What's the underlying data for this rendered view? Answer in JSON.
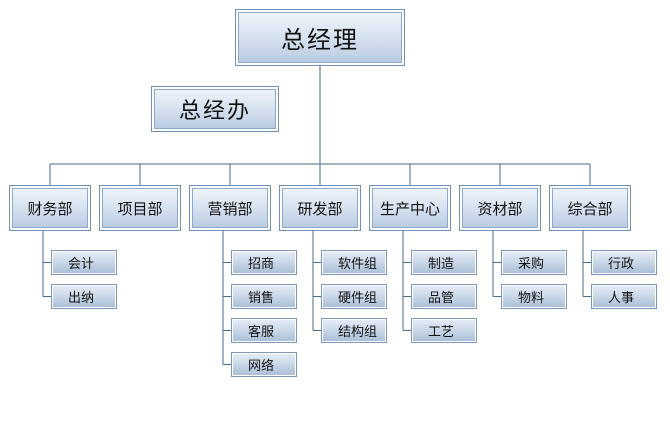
{
  "root": {
    "label": "总经理"
  },
  "office": {
    "label": "总经办"
  },
  "departments": [
    {
      "label": "财务部",
      "children": [
        "会计",
        "出纳"
      ]
    },
    {
      "label": "项目部",
      "children": []
    },
    {
      "label": "营销部",
      "children": [
        "招商",
        "销售",
        "客服",
        "网络"
      ]
    },
    {
      "label": "研发部",
      "children": [
        "软件组",
        "硬件组",
        "结构组"
      ]
    },
    {
      "label": "生产中心",
      "children": [
        "制造",
        "品管",
        "工艺"
      ]
    },
    {
      "label": "资材部",
      "children": [
        "采购",
        "物料"
      ]
    },
    {
      "label": "综合部",
      "children": [
        "行政",
        "人事"
      ]
    }
  ],
  "colors": {
    "line": "#4a6a90",
    "box_border": "#6f8fb8",
    "box_fill_top": "#f2f6fb",
    "box_fill_bottom": "#b7c9e0"
  }
}
